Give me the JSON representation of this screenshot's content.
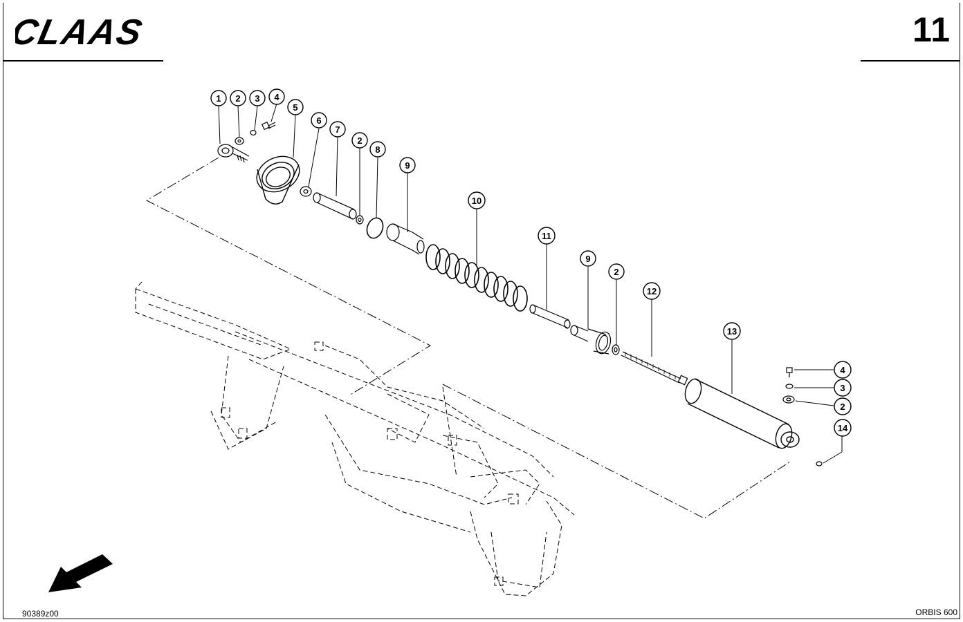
{
  "header": {
    "brand": "CLAAS",
    "page_number": "11"
  },
  "footer": {
    "drawing_number": "90389z00",
    "model": "ORBIS 600"
  },
  "callouts": [
    "1",
    "2",
    "3",
    "4",
    "5",
    "6",
    "7",
    "2",
    "8",
    "9",
    "10",
    "11",
    "9",
    "2",
    "12",
    "13",
    "4",
    "3",
    "2",
    "14"
  ],
  "colors": {
    "ink": "#000000",
    "paper": "#ffffff"
  },
  "icons": [
    "orientation-arrow-icon"
  ]
}
